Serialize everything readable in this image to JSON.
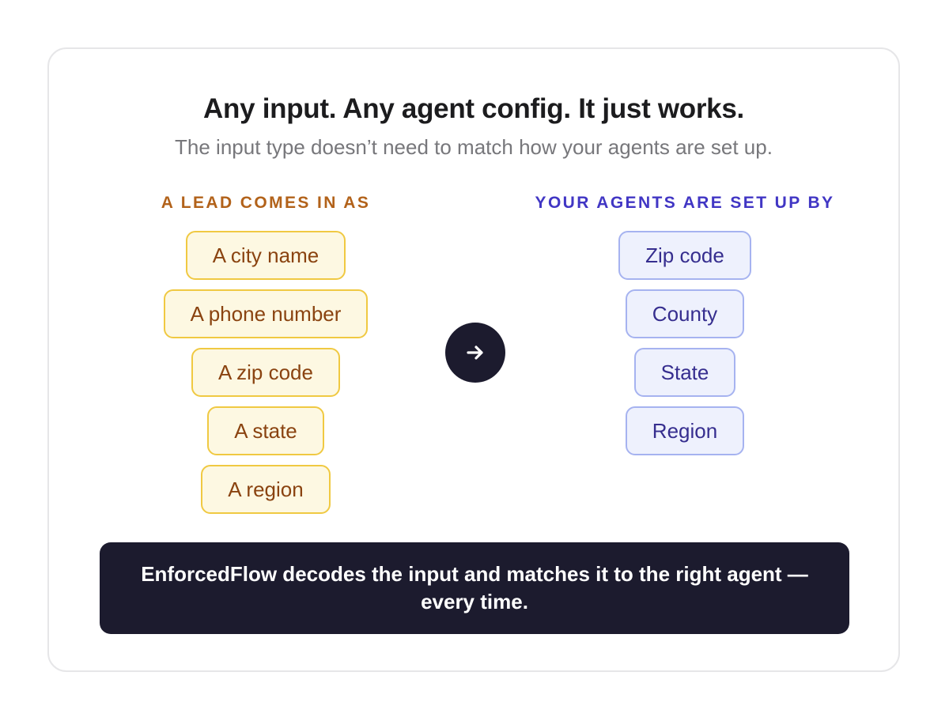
{
  "header": {
    "title": "Any input. Any agent config. It just works.",
    "subtitle": "The input type doesn’t need to match how your agents are set up."
  },
  "inputs": {
    "heading": "A LEAD COMES IN AS",
    "items": [
      "A city name",
      "A phone number",
      "A zip code",
      "A state",
      "A region"
    ]
  },
  "agents": {
    "heading": "YOUR AGENTS ARE SET UP BY",
    "items": [
      "Zip code",
      "County",
      "State",
      "Region"
    ]
  },
  "connector": {
    "icon": "arrow-right-icon"
  },
  "banner": {
    "text": "EnforcedFlow decodes the input and matches it to the right agent — every time."
  },
  "colors": {
    "input_text": "#8a4310",
    "input_fill": "#fdf8e2",
    "input_border": "#f0c942",
    "agent_text": "#362e8f",
    "agent_fill": "#eef1fd",
    "agent_border": "#a6b3f0",
    "dark": "#1c1b2e"
  }
}
